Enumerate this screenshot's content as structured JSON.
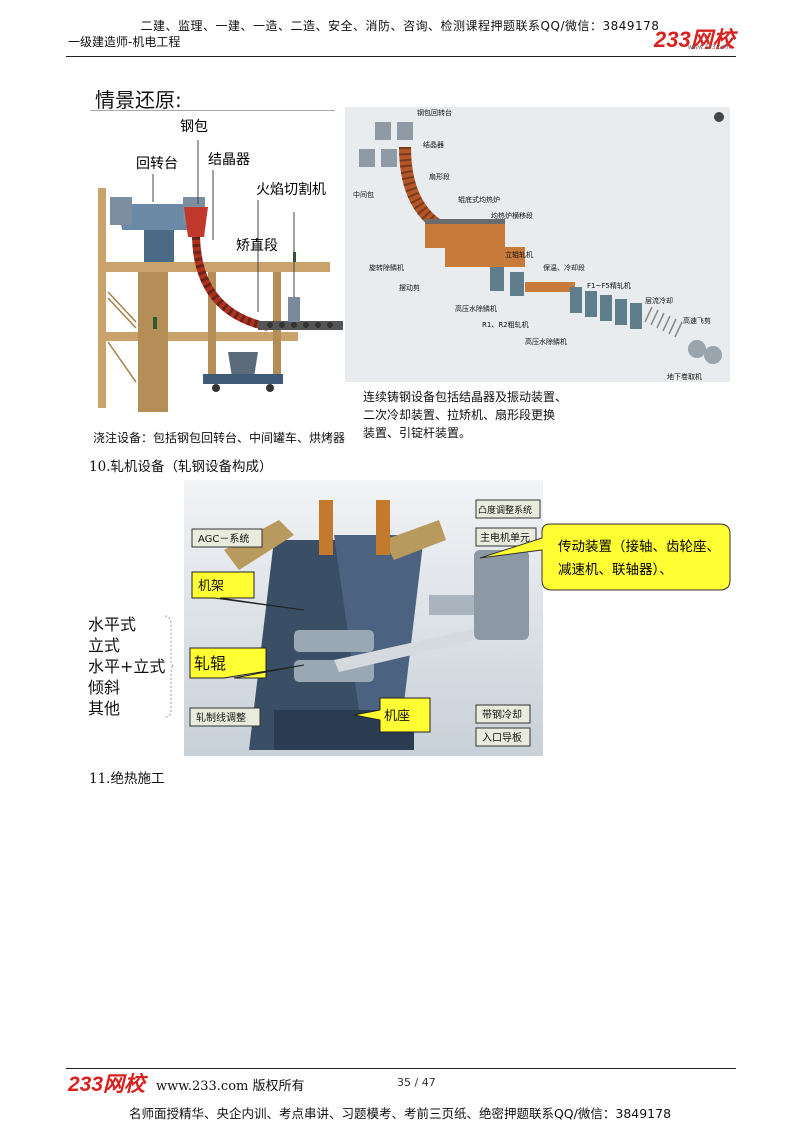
{
  "header": {
    "line1": "二建、监理、一建、一造、二造、安全、消防、咨询、检测课程押题联系QQ/微信：3849178",
    "line2": "一级建造师-机电工程",
    "logo": "233网校",
    "logo_sub": "www.233.com"
  },
  "scene": {
    "title": "情景还原:",
    "left_labels": {
      "ladle": "钢包",
      "turret": "回转台",
      "crystallizer": "结晶器",
      "flame_cutter": "火焰切割机",
      "straightener": "矫直段"
    },
    "left_caption": "浇注设备：包括钢包回转台、中间罐车、烘烤器",
    "right_labels": {
      "ladle_turret": "钢包回转台",
      "crystallizer": "结晶器",
      "tundish": "中间包",
      "fan_section": "扇形段",
      "walking_beam_furnace": "辊底式均热炉",
      "furnace_transfer": "均热炉横移段",
      "rotary_descaler": "旋转除鳞机",
      "vertical_mill": "立辊轧机",
      "pendulum_shear": "摆动剪",
      "hp_descaler1": "高压水除鳞机",
      "rough_mills": "R1、R2粗轧机",
      "hold_cool": "保温、冷却段",
      "finishing_mills": "F1~F5精轧机",
      "hp_descaler2": "高压水除鳞机",
      "laminar_cooling": "层流冷却",
      "flying_shear": "高速飞剪",
      "downcoiler": "地下卷取机"
    },
    "right_caption": [
      "连续铸钢设备包括结晶器及振动装置、",
      "二次冷却装置、拉矫机、扇形段更换",
      "装置、引锭杆装置。"
    ]
  },
  "section10": {
    "heading": "10.轧机设备（轧钢设备构成）",
    "callouts": {
      "agc": "AGC－系统",
      "crown": "凸度调整系统",
      "main_motor": "主电机单元",
      "drive": [
        "传动装置（接轴、齿轮座、",
        "减速机、联轴器）、"
      ],
      "stand": "机架",
      "roll": "轧辊",
      "roll_line": "轧制线调整",
      "base": "机座",
      "strip_cool": "带钢冷却",
      "entry_guide": "入口导板"
    },
    "classification": [
      "水平式",
      "立式",
      "水平+立式",
      "倾斜",
      "其他"
    ]
  },
  "section11": {
    "heading": "11.绝热施工"
  },
  "footer": {
    "logo": "233网校",
    "url": "www.233.com 版权所有",
    "page": "35 / 47",
    "note": "名师面授精华、央企内训、考点串讲、习题模考、考前三页纸、绝密押题联系QQ/微信：3849178"
  },
  "colors": {
    "brand_red": "#d9221f",
    "callout_yellow": "#ffff33",
    "steel_blue": "#3a4e66",
    "frame_tan": "#c9a36b"
  }
}
